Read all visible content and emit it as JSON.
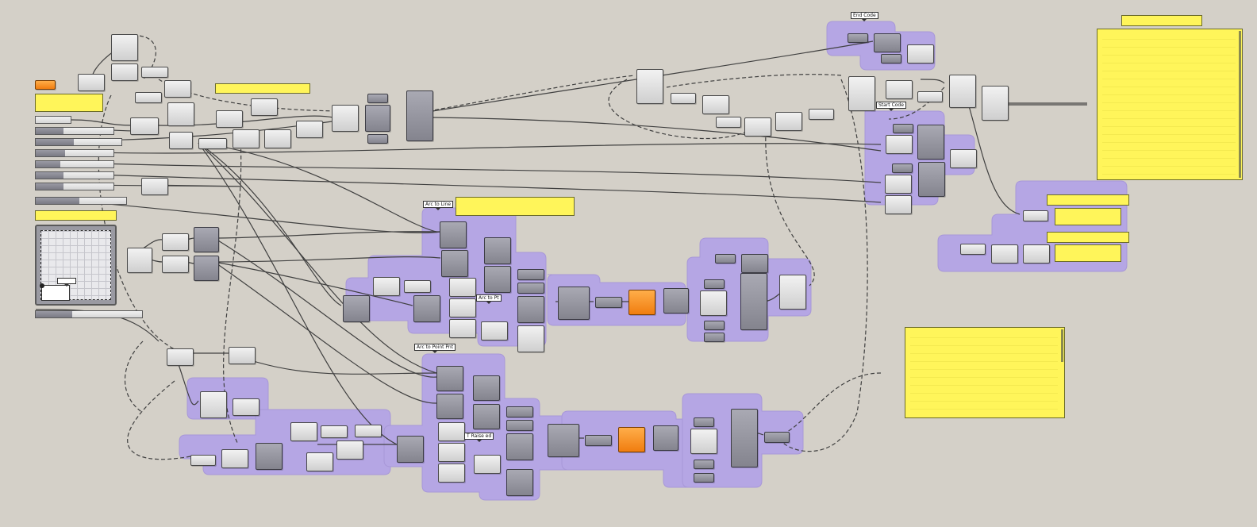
{
  "app": {
    "type": "node-graph-editor",
    "accent_group_color": "#b5a6e4",
    "panel_color": "#fff55a",
    "canvas_color": "#d4d0c8"
  },
  "labels": {
    "end_code": "End Code",
    "start_code": "Start Code",
    "arc_to_line": "Arc to Line",
    "arc_to_pt": "Arc to Pt",
    "arc_to_point_pt": "Arc to Point Pnt",
    "graph_label": "",
    "grp_label": "",
    "mid_label": "T Raise ed"
  },
  "icons": {
    "wire": "curve-wire",
    "dashed_wire": "dashed-curve-wire"
  }
}
